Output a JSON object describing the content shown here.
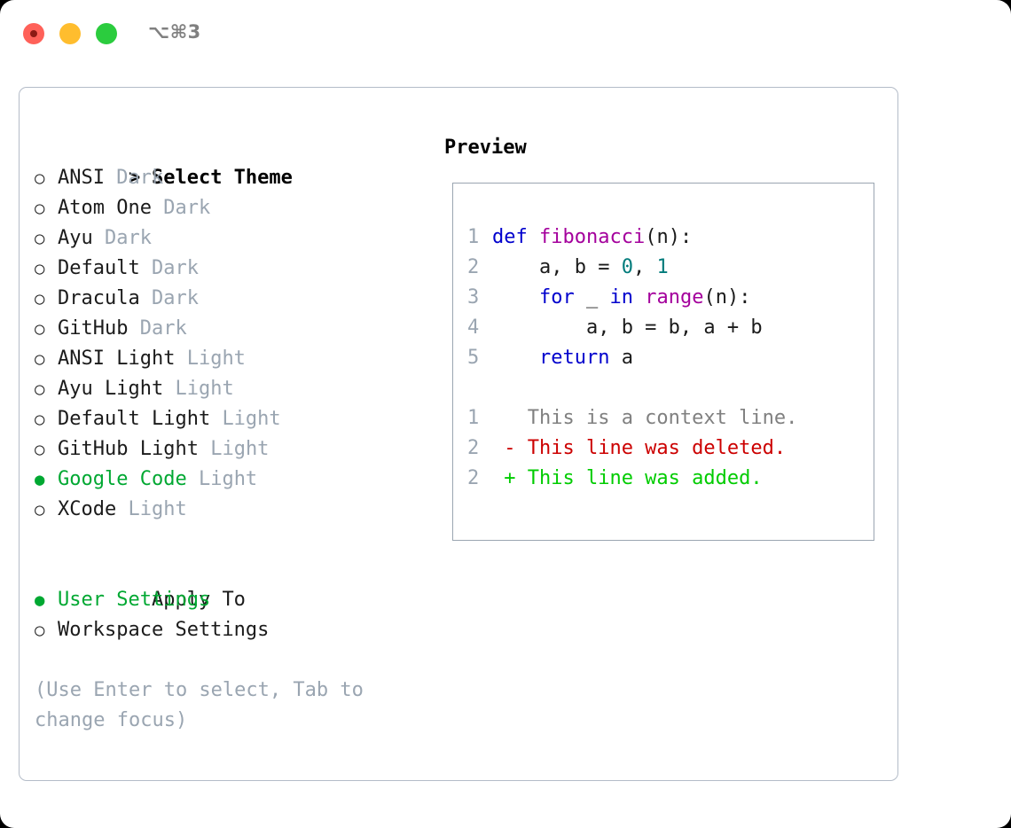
{
  "window": {
    "title": "⌥⌘3",
    "traffic_lights": [
      {
        "name": "close",
        "color": "#ff6159"
      },
      {
        "name": "minimize",
        "color": "#ffbd2e"
      },
      {
        "name": "maximize",
        "color": "#2bcc3e"
      }
    ]
  },
  "theme_picker": {
    "heading_marker": ">",
    "heading": "Select Theme",
    "marker_unselected": "○",
    "marker_selected": "●",
    "items": [
      {
        "name": "ANSI",
        "category": "Dark",
        "selected": false
      },
      {
        "name": "Atom One",
        "category": "Dark",
        "selected": false
      },
      {
        "name": "Ayu",
        "category": "Dark",
        "selected": false
      },
      {
        "name": "Default",
        "category": "Dark",
        "selected": false
      },
      {
        "name": "Dracula",
        "category": "Dark",
        "selected": false
      },
      {
        "name": "GitHub",
        "category": "Dark",
        "selected": false
      },
      {
        "name": "ANSI Light",
        "category": "Light",
        "selected": false
      },
      {
        "name": "Ayu Light",
        "category": "Light",
        "selected": false
      },
      {
        "name": "Default Light",
        "category": "Light",
        "selected": false
      },
      {
        "name": "GitHub Light",
        "category": "Light",
        "selected": false
      },
      {
        "name": "Google Code",
        "category": "Light",
        "selected": true
      },
      {
        "name": "XCode",
        "category": "Light",
        "selected": false
      }
    ]
  },
  "apply_to": {
    "heading": "Apply To",
    "items": [
      {
        "name": "User Settings",
        "selected": true
      },
      {
        "name": "Workspace Settings",
        "selected": false
      }
    ]
  },
  "hint": "(Use Enter to select, Tab to change focus)",
  "preview": {
    "label": "Preview",
    "code_lines": [
      {
        "number": "1",
        "tokens": [
          {
            "text": "def ",
            "type": "kw"
          },
          {
            "text": "fibonacci",
            "type": "fn"
          },
          {
            "text": "(n):",
            "type": "pun"
          }
        ]
      },
      {
        "number": "2",
        "tokens": [
          {
            "text": "    a, b = ",
            "type": "pun"
          },
          {
            "text": "0",
            "type": "num"
          },
          {
            "text": ", ",
            "type": "pun"
          },
          {
            "text": "1",
            "type": "num"
          }
        ]
      },
      {
        "number": "3",
        "tokens": [
          {
            "text": "    ",
            "type": "pun"
          },
          {
            "text": "for",
            "type": "kw"
          },
          {
            "text": " _ ",
            "type": "pun"
          },
          {
            "text": "in",
            "type": "kw"
          },
          {
            "text": " ",
            "type": "pun"
          },
          {
            "text": "range",
            "type": "fn"
          },
          {
            "text": "(n):",
            "type": "pun"
          }
        ]
      },
      {
        "number": "4",
        "tokens": [
          {
            "text": "        a, b = b, a + b",
            "type": "pun"
          }
        ]
      },
      {
        "number": "5",
        "tokens": [
          {
            "text": "    ",
            "type": "pun"
          },
          {
            "text": "return",
            "type": "kw"
          },
          {
            "text": " a",
            "type": "pun"
          }
        ]
      }
    ],
    "diff_lines": [
      {
        "number": "1",
        "sign": " ",
        "text": "This is a context line.",
        "type": "ctx"
      },
      {
        "number": "2",
        "sign": "-",
        "text": "This line was deleted.",
        "type": "del"
      },
      {
        "number": "2",
        "sign": "+",
        "text": "This line was added.",
        "type": "add"
      }
    ]
  },
  "colors": {
    "selected_green": "#00a832",
    "muted_gray": "#9aa5b1",
    "keyword_blue": "#0000cd",
    "function_magenta": "#a4009c",
    "number_teal": "#007b7b",
    "diff_deleted_red": "#cc0000",
    "diff_added_green": "#00cc00",
    "panel_border": "#b4bcc8"
  }
}
